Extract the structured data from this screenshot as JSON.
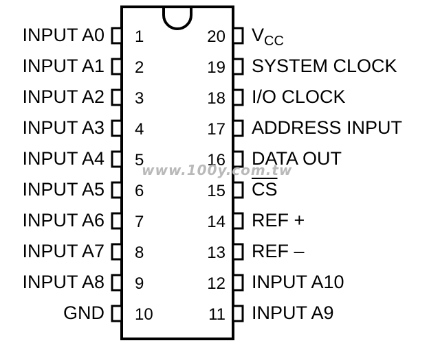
{
  "chip": {
    "left_pins": [
      {
        "number": "1",
        "label": "INPUT A0"
      },
      {
        "number": "2",
        "label": "INPUT A1"
      },
      {
        "number": "3",
        "label": "INPUT A2"
      },
      {
        "number": "4",
        "label": "INPUT A3"
      },
      {
        "number": "5",
        "label": "INPUT A4"
      },
      {
        "number": "6",
        "label": "INPUT A5"
      },
      {
        "number": "7",
        "label": "INPUT A6"
      },
      {
        "number": "8",
        "label": "INPUT A7"
      },
      {
        "number": "9",
        "label": "INPUT A8"
      },
      {
        "number": "10",
        "label": "GND"
      }
    ],
    "right_pins": [
      {
        "number": "20",
        "label": "V",
        "subscript": "CC"
      },
      {
        "number": "19",
        "label": "SYSTEM CLOCK"
      },
      {
        "number": "18",
        "label": "I/O CLOCK"
      },
      {
        "number": "17",
        "label": "ADDRESS INPUT"
      },
      {
        "number": "16",
        "label": "DATA OUT"
      },
      {
        "number": "15",
        "label": "CS",
        "overline": true
      },
      {
        "number": "14",
        "label": "REF +"
      },
      {
        "number": "13",
        "label": "REF –"
      },
      {
        "number": "12",
        "label": "INPUT A10"
      },
      {
        "number": "11",
        "label": "INPUT A9"
      }
    ]
  },
  "watermark": "www.100y.com.tw"
}
